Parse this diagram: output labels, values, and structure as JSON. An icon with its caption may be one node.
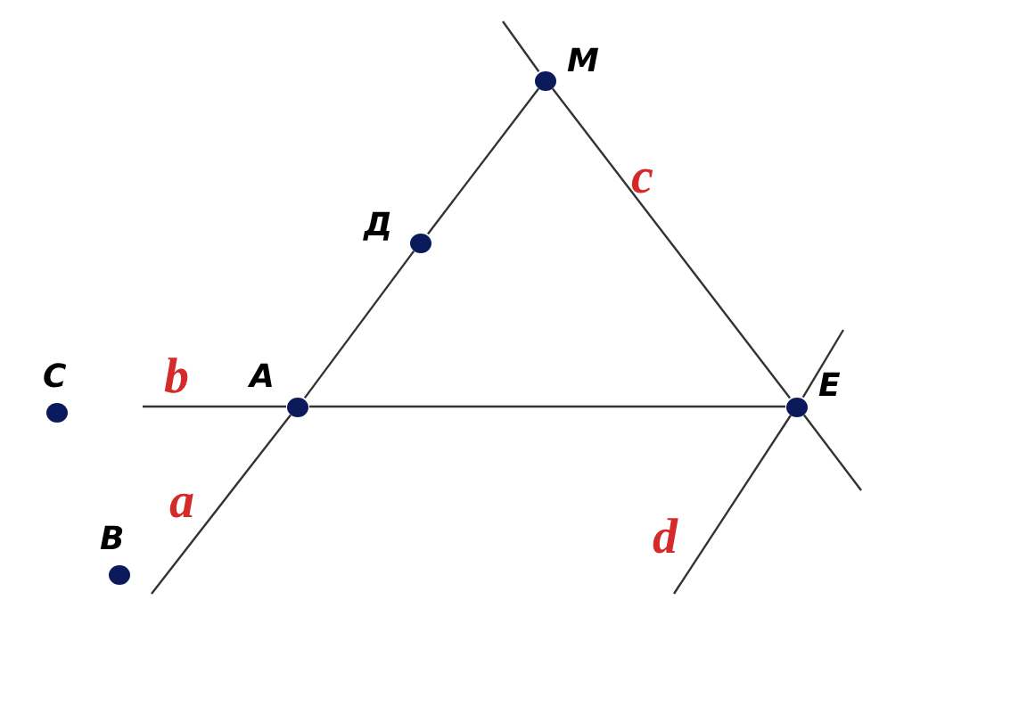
{
  "diagram": {
    "nodes": [
      {
        "text": [],
        "shape": "circle",
        "beside": [
          "M"
        ]
      },
      {
        "text": [],
        "shape": "circle",
        "beside": [
          "Д"
        ]
      },
      {
        "text": [],
        "shape": "circle",
        "beside": [
          "A"
        ]
      },
      {
        "text": [],
        "shape": "circle",
        "beside": [
          "E"
        ]
      },
      {
        "text": [],
        "shape": "circle",
        "beside": [
          "C"
        ]
      },
      {
        "text": [],
        "shape": "circle",
        "beside": [
          "B"
        ]
      }
    ],
    "edges": [
      {
        "from": null,
        "to": 2,
        "arrow": "none",
        "label": "a"
      },
      {
        "from": 2,
        "to": 1,
        "arrow": "none"
      },
      {
        "from": 1,
        "to": 0,
        "arrow": "none"
      },
      {
        "from": null,
        "to": 0,
        "arrow": "none"
      },
      {
        "from": 0,
        "to": 3,
        "arrow": "none",
        "label": "c"
      },
      {
        "from": 3,
        "to": null,
        "arrow": "none"
      },
      {
        "from": null,
        "to": 2,
        "arrow": "none",
        "label": "b"
      },
      {
        "from": 2,
        "to": 3,
        "arrow": "none"
      },
      {
        "from": null,
        "to": 3,
        "arrow": "none",
        "label": "d"
      },
      {
        "from": 3,
        "to": null,
        "arrow": "none"
      }
    ]
  }
}
